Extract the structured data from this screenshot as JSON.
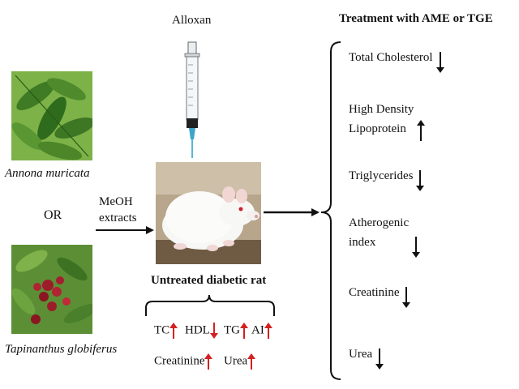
{
  "alloxan_label": "Alloxan",
  "treatment_title": "Treatment with AME or TGE",
  "plant1_name": "Annona muricata",
  "plant2_name": "Tapinanthus globiferus",
  "or_label": "OR",
  "extract_label_line1": "MeOH",
  "extract_label_line2": "extracts",
  "rat_caption": "Untreated diabetic rat",
  "untreated_markers": [
    {
      "label": "TC",
      "direction": "up",
      "color": "#d42020"
    },
    {
      "label": "HDL",
      "direction": "down",
      "color": "#d42020"
    },
    {
      "label": "TG",
      "direction": "up",
      "color": "#d42020"
    },
    {
      "label": "AI",
      "direction": "up",
      "color": "#d42020"
    },
    {
      "label": "Creatinine",
      "direction": "up",
      "color": "#d42020"
    },
    {
      "label": "Urea",
      "direction": "up",
      "color": "#d42020"
    }
  ],
  "treatment_effects": [
    {
      "label": "Total Cholesterol",
      "direction": "down"
    },
    {
      "label": "High Density Lipoprotein",
      "line1": "High Density",
      "line2": "Lipoprotein",
      "direction": "up"
    },
    {
      "label": "Triglycerides",
      "direction": "down"
    },
    {
      "label": "Atherogenic index",
      "line1": "Atherogenic",
      "line2": "index",
      "direction": "down"
    },
    {
      "label": "Creatinine",
      "direction": "down"
    },
    {
      "label": "Urea",
      "direction": "down"
    }
  ],
  "colors": {
    "arrow_red": "#d42020",
    "arrow_black": "#111111",
    "leaf_green": "#4f8a2c",
    "berry_red": "#9c1d2a"
  }
}
